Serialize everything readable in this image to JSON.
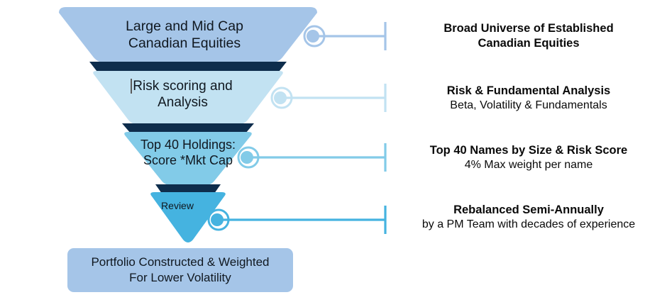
{
  "diagram": {
    "title": "Investment Process Funnel",
    "background": "#ffffff",
    "funnel": {
      "segments": [
        {
          "id": "universe",
          "label": "Large and Mid Cap\nCanadian Equities",
          "fill": "#A5C5E8",
          "divider_fill": "#0E2D4C"
        },
        {
          "id": "risk-scoring",
          "label": "Risk scoring and\nAnalysis",
          "fill": "#C2E2F2",
          "divider_fill": "#0E2D4C"
        },
        {
          "id": "top-40",
          "label": "Top 40 Holdings:\nScore *Mkt Cap",
          "fill": "#82CBE8",
          "divider_fill": "#0E2D4C"
        },
        {
          "id": "review",
          "label": "Review",
          "fill": "#45B3E0",
          "divider_fill": "#0E2D4C"
        }
      ],
      "base_box": {
        "label": "Portfolio Constructed & Weighted\nFor Lower Volatility",
        "fill": "#A5C5E8"
      }
    },
    "callouts": [
      {
        "id": "callout-universe",
        "primary": "Broad Universe of Established\nCanadian Equities",
        "secondary": "",
        "connector_color": "#A5C5E8"
      },
      {
        "id": "callout-risk",
        "primary": "Risk & Fundamental Analysis",
        "secondary": "Beta, Volatility & Fundamentals",
        "connector_color": "#C2E2F2"
      },
      {
        "id": "callout-top40",
        "primary": "Top 40 Names by Size & Risk Score",
        "secondary": "4% Max weight per name",
        "connector_color": "#82CBE8"
      },
      {
        "id": "callout-review",
        "primary": "Rebalanced Semi-Annually",
        "secondary": "by a PM Team with decades of experience",
        "connector_color": "#45B3E0"
      }
    ],
    "text_cursor_visible": true
  }
}
